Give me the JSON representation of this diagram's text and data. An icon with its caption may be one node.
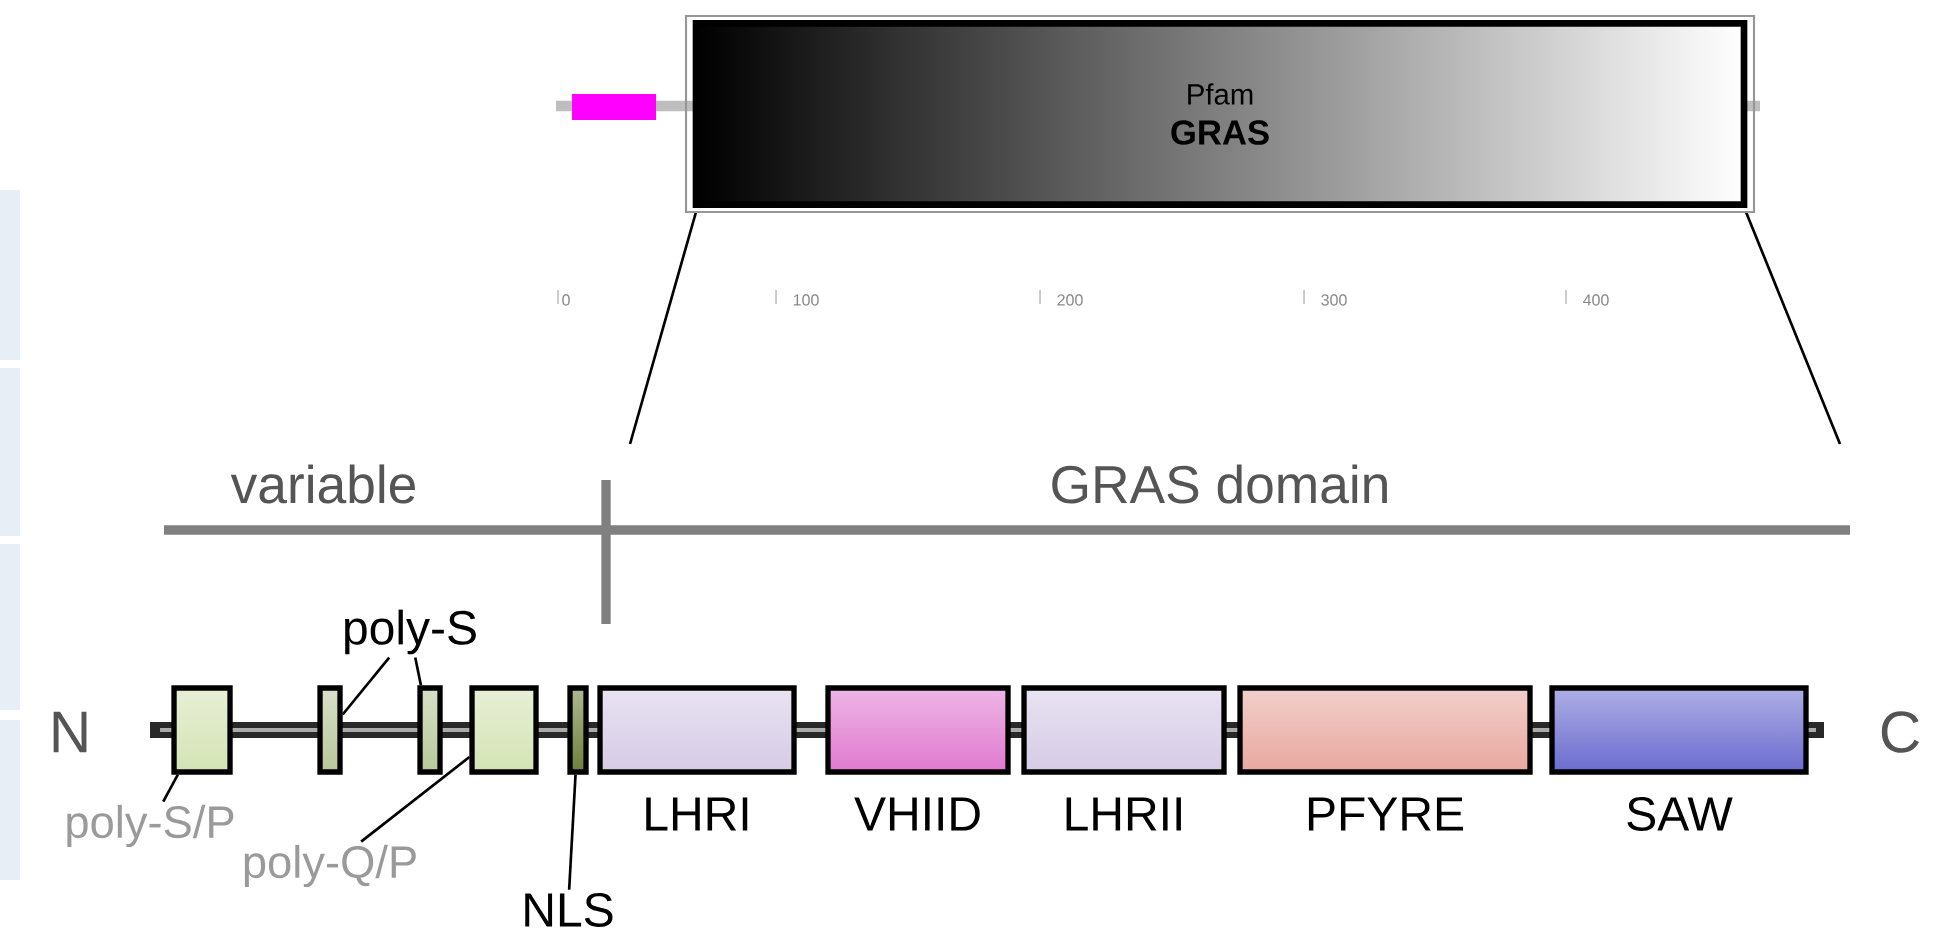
{
  "diagram": {
    "nodes": [
      {
        "text": [
          "Pfam",
          "GRAS"
        ]
      },
      {
        "text": [
          "poly-S"
        ]
      },
      {
        "text": [],
        "shape": "box"
      },
      {
        "text": [],
        "shape": "box"
      },
      {
        "text": [],
        "shape": "box"
      },
      {
        "text": [],
        "shape": "box"
      },
      {
        "text": [],
        "shape": "box"
      },
      {
        "text": [],
        "shape": "box",
        "beside": [
          "LHRI"
        ]
      },
      {
        "text": [],
        "shape": "box",
        "beside": [
          "VHIID"
        ]
      },
      {
        "text": [],
        "shape": "box",
        "beside": [
          "LHRII"
        ]
      },
      {
        "text": [],
        "shape": "box",
        "beside": [
          "PFYRE"
        ]
      },
      {
        "text": [],
        "shape": "box",
        "beside": [
          "SAW"
        ]
      },
      {
        "text": [
          "poly-S/P"
        ]
      },
      {
        "text": [
          "poly-Q/P"
        ]
      },
      {
        "text": [
          "NLS"
        ]
      }
    ],
    "edges": [
      {
        "from": 1,
        "to": 3,
        "arrow": "none"
      },
      {
        "from": 1,
        "to": 4,
        "arrow": "none"
      },
      {
        "from": 12,
        "to": 2,
        "arrow": "none"
      },
      {
        "from": 13,
        "to": 5,
        "arrow": "none"
      },
      {
        "from": 14,
        "to": 6,
        "arrow": "none"
      }
    ],
    "labels": [
      "0",
      "100",
      "200",
      "300",
      "400",
      "variable",
      "GRAS domain",
      "N",
      "C"
    ]
  }
}
